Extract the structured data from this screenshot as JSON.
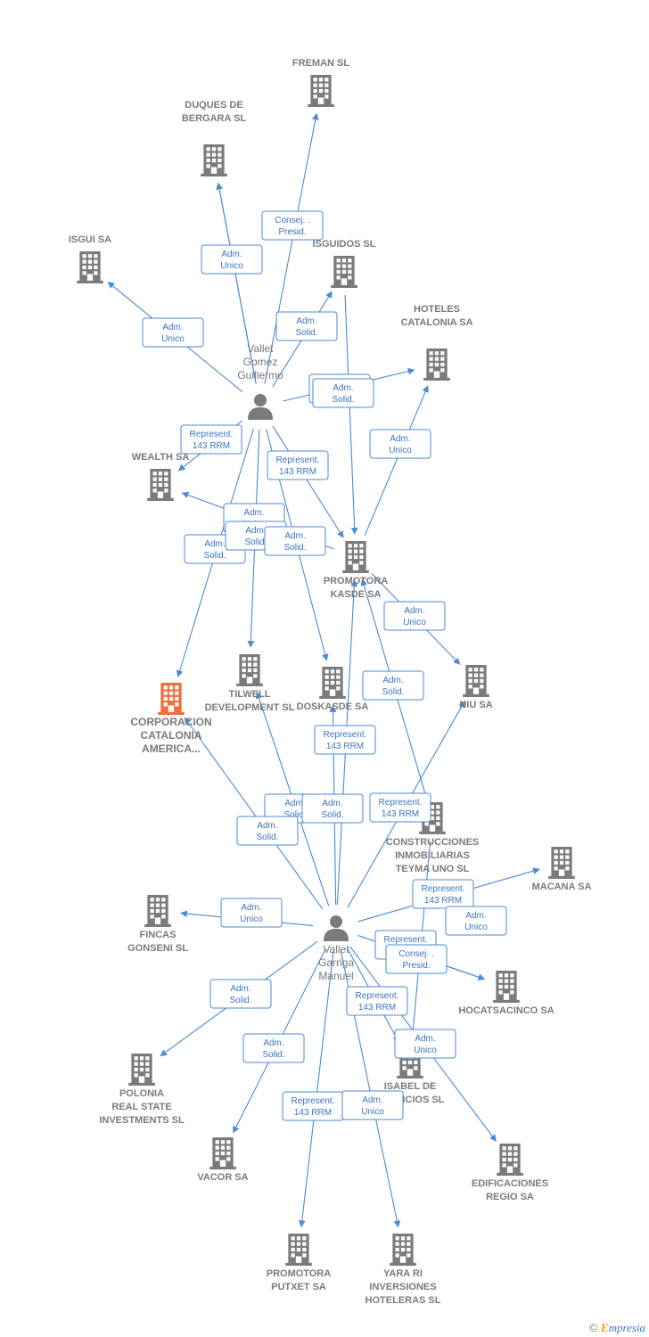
{
  "colors": {
    "edge": "#4a8ad6",
    "building": "#7b7b7b",
    "main_building": "#f06f3a",
    "person": "#7b7b7b"
  },
  "footer": {
    "copyright": "©",
    "brand_first": "E",
    "brand_rest": "mpresia"
  },
  "nodes": [
    {
      "id": "freman",
      "type": "company",
      "lines": [
        "FREMAN SL"
      ]
    },
    {
      "id": "duques",
      "type": "company",
      "lines": [
        "DUQUES DE",
        "BERGARA SL"
      ]
    },
    {
      "id": "isgui",
      "type": "company",
      "lines": [
        "ISGUI SA"
      ]
    },
    {
      "id": "isguidos",
      "type": "company",
      "lines": [
        "ISGUIDOS SL"
      ]
    },
    {
      "id": "hoteles",
      "type": "company",
      "lines": [
        "HOTELES",
        "CATALONIA SA"
      ]
    },
    {
      "id": "wealth",
      "type": "company",
      "lines": [
        "WEALTH SA"
      ]
    },
    {
      "id": "kasde",
      "type": "company",
      "lines": [
        "PROMOTORA",
        "KASDE SA"
      ]
    },
    {
      "id": "corporacion",
      "type": "main",
      "lines": [
        "CORPORACION",
        "CATALONIA",
        "AMERICA..."
      ]
    },
    {
      "id": "tilwell",
      "type": "company",
      "lines": [
        "TILWELL",
        "DEVELOPMENT SL"
      ]
    },
    {
      "id": "doskasde",
      "type": "company",
      "lines": [
        "DOSKASDE SA"
      ]
    },
    {
      "id": "niu",
      "type": "company",
      "lines": [
        "NIU SA"
      ]
    },
    {
      "id": "teyma",
      "type": "company",
      "lines": [
        "CONSTRUCCIONES",
        "INMOBILIARIAS",
        "TEYMA UNO SL"
      ]
    },
    {
      "id": "macana",
      "type": "company",
      "lines": [
        "MACANA SA"
      ]
    },
    {
      "id": "fincas",
      "type": "company",
      "lines": [
        "FINCAS",
        "GONSENI SL"
      ]
    },
    {
      "id": "hocat",
      "type": "company",
      "lines": [
        "HOCATSACINCO SA"
      ]
    },
    {
      "id": "isabel",
      "type": "company",
      "lines": [
        "ISABEL DE",
        "SERVICIOS SL"
      ]
    },
    {
      "id": "polonia",
      "type": "company",
      "lines": [
        "POLONIA",
        "REAL STATE",
        "INVESTMENTS SL"
      ]
    },
    {
      "id": "edificaciones",
      "type": "company",
      "lines": [
        "EDIFICACIONES",
        "REGIO SA"
      ]
    },
    {
      "id": "vacor",
      "type": "company",
      "lines": [
        "VACOR SA"
      ]
    },
    {
      "id": "putxet",
      "type": "company",
      "lines": [
        "PROMOTORA",
        "PUTXET SA"
      ]
    },
    {
      "id": "yara",
      "type": "company",
      "lines": [
        "YARA RI",
        "INVERSIONES",
        "HOTELERAS SL"
      ]
    },
    {
      "id": "guillermo",
      "type": "person",
      "lines": [
        "Vallet",
        "Gomez",
        "Guillermo"
      ]
    },
    {
      "id": "manuel",
      "type": "person",
      "lines": [
        "Vallet",
        "Garriga",
        "Manuel"
      ]
    }
  ],
  "edges": [
    {
      "from": "guillermo",
      "to": "freman",
      "label": [
        "Adm.",
        "Unico"
      ]
    },
    {
      "from": "guillermo",
      "to": "duques",
      "label": [
        "Represent.",
        "143 RRM"
      ]
    },
    {
      "from": "guillermo",
      "to": "duques",
      "label": [
        "Consej. .",
        "Presid."
      ]
    },
    {
      "from": "guillermo",
      "to": "isgui",
      "label": [
        "Adm.",
        "Unico"
      ]
    },
    {
      "from": "guillermo",
      "to": "isguidos",
      "label": [
        "Adm.",
        "Solid."
      ]
    },
    {
      "from": "guillermo",
      "to": "hoteles",
      "label": [
        "Represent.",
        "143 RRM"
      ]
    },
    {
      "from": "isguidos",
      "to": "kasde",
      "label": [
        "Adm.",
        "Solid."
      ]
    },
    {
      "from": "kasde",
      "to": "hoteles",
      "label": [
        "Adm.",
        "Unico"
      ]
    },
    {
      "from": "guillermo",
      "to": "wealth",
      "label": [
        "Represent.",
        "143 RRM"
      ]
    },
    {
      "from": "guillermo",
      "to": "kasde",
      "label": [
        "Represent.",
        "143 RRM"
      ]
    },
    {
      "from": "kasde",
      "to": "wealth",
      "label": [
        "Adm.",
        "Unico"
      ]
    },
    {
      "from": "guillermo",
      "to": "corporacion",
      "label": [
        "Adm.",
        "Solid."
      ]
    },
    {
      "from": "guillermo",
      "to": "tilwell",
      "label": [
        "Adm.",
        "Solid."
      ]
    },
    {
      "from": "guillermo",
      "to": "doskasde",
      "label": [
        "Adm.",
        "Solid."
      ]
    },
    {
      "from": "kasde",
      "to": "niu",
      "label": [
        "Adm.",
        "Unico"
      ]
    },
    {
      "from": "teyma",
      "to": "kasde",
      "label": [
        "Adm.",
        "Solid."
      ]
    },
    {
      "from": "manuel",
      "to": "kasde",
      "label": [
        "Represent.",
        "143 RRM"
      ]
    },
    {
      "from": "manuel",
      "to": "tilwell",
      "label": [
        "Adm.",
        "Solid."
      ]
    },
    {
      "from": "manuel",
      "to": "corporacion",
      "label": [
        "Adm.",
        "Solid."
      ]
    },
    {
      "from": "manuel",
      "to": "doskasde",
      "label": [
        "Adm.",
        "Solid."
      ]
    },
    {
      "from": "manuel",
      "to": "niu",
      "label": [
        "Represent.",
        "143 RRM"
      ]
    },
    {
      "from": "manuel",
      "to": "macana",
      "label": [
        "Represent.",
        "143 RRM"
      ]
    },
    {
      "from": "manuel",
      "to": "hocat",
      "label": [
        "Adm.",
        "Unico"
      ]
    },
    {
      "from": "manuel",
      "to": "fincas",
      "label": [
        "Adm.",
        "Unico"
      ]
    },
    {
      "from": "manuel",
      "to": "hocat",
      "label": [
        "Represent.",
        "143 RRM"
      ]
    },
    {
      "from": "teyma",
      "to": "isabel",
      "label": [
        "Consej. .",
        "Presid."
      ]
    },
    {
      "from": "manuel",
      "to": "isabel",
      "label": [
        "Represent.",
        "143 RRM"
      ]
    },
    {
      "from": "manuel",
      "to": "edificaciones",
      "label": [
        "Adm.",
        "Unico"
      ]
    },
    {
      "from": "manuel",
      "to": "polonia",
      "label": [
        "Adm.",
        "Solid."
      ]
    },
    {
      "from": "manuel",
      "to": "vacor",
      "label": [
        "Adm.",
        "Solid."
      ]
    },
    {
      "from": "manuel",
      "to": "putxet",
      "label": [
        "Represent.",
        "143 RRM"
      ]
    },
    {
      "from": "manuel",
      "to": "yara",
      "label": [
        "Adm.",
        "Unico"
      ]
    }
  ]
}
